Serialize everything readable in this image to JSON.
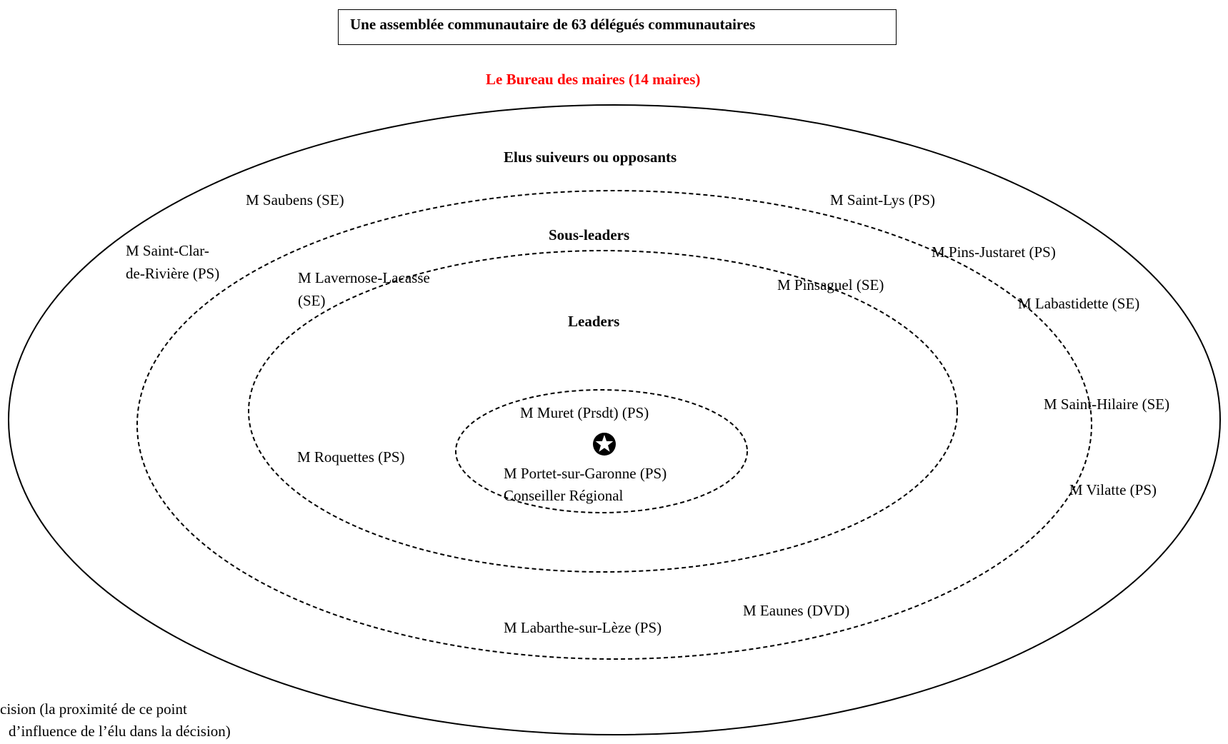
{
  "title": "Une assemblée communautaire de 63 délégués communautaires",
  "subtitle": "Le Bureau des maires (14 maires)",
  "subtitle_color": "#ff0000",
  "rings": {
    "outer": "Elus suiveurs ou opposants",
    "middle": "Sous-leaders",
    "inner": "Leaders"
  },
  "center_icon": "star-icon",
  "members": {
    "saubens": "M Saubens (SE)",
    "saint_lys": "M Saint-Lys (PS)",
    "saint_clar_line1": "M Saint-Clar-",
    "saint_clar_line2": "de-Rivière (PS)",
    "pins_justaret": "M Pins-Justaret (PS)",
    "lavernose_line1": "M Lavernose-Lacasse",
    "lavernose_line2": "(SE)",
    "pinsaguel": "M Pinsaguel (SE)",
    "labastidette": "M Labastidette (SE)",
    "saint_hilaire": "M Saint-Hilaire (SE)",
    "muret": "M Muret (Prsdt) (PS)",
    "roquettes": "M Roquettes (PS)",
    "portet": "M Portet-sur-Garonne (PS)",
    "conseiller": "Conseiller Régional",
    "vilatte": "M Vilatte (PS)",
    "eaunes": "M Eaunes (DVD)",
    "labarthe": "M Labarthe-sur-Lèze (PS)"
  },
  "footnote": {
    "line1": "cision (la proximité de ce point",
    "line2": "d’influence de l’élu dans la décision)"
  }
}
